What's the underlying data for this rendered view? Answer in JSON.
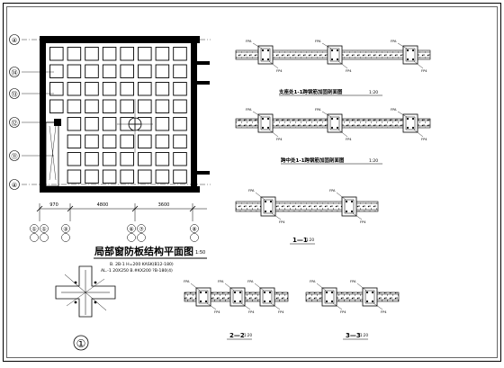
{
  "plan": {
    "title": "局部窗防板结构平面图",
    "scale": "1:50",
    "notes": [
      "B. 2B-1  H=200  KASK(B12-180)",
      "AL.-1  20X250  B.#KX200  ?B-180(4)"
    ],
    "row_axes": [
      "④",
      "⑭",
      "⑬",
      "⑫",
      "⑪",
      "④"
    ],
    "col_axes": [
      "①",
      "③",
      "⑥",
      "⑦",
      "⑦",
      "⑧"
    ],
    "dims": [
      "970",
      "4800",
      "3600"
    ]
  },
  "section_ab": {
    "title": "支座处1-1跨钢筋加固剖面图",
    "scale": "1:20"
  },
  "section_cd": {
    "title": "跨中处1-1跨钢筋加固剖面图",
    "scale": "1:20"
  },
  "sections": [
    {
      "id": "1-1",
      "label": "1—1",
      "scale": "1:20"
    },
    {
      "id": "2-2",
      "label": "2—2",
      "scale": "1:20"
    },
    {
      "id": "3-3",
      "label": "3—3",
      "scale": "1:20"
    }
  ],
  "node_detail": {
    "label": "①"
  },
  "rebar_tags": [
    "FPA",
    "FP4",
    "FP4"
  ]
}
